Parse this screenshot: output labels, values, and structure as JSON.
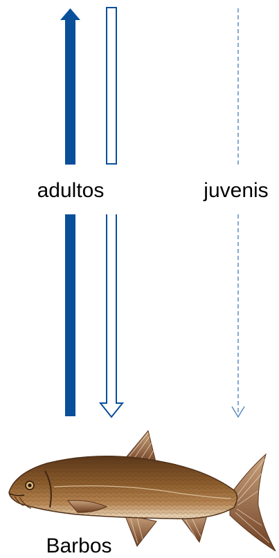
{
  "labels": {
    "adults": "adultos",
    "juveniles": "juvenis",
    "species": "Barbos"
  },
  "icons": {
    "adult_up": "solid-up-arrow-icon",
    "adult_down": "hollow-down-arrow-icon",
    "juvenile_down": "dashed-down-arrow-icon",
    "fish": "barbel-fish-icon"
  },
  "colors": {
    "primary_blue": "#0a4f9a",
    "light_blue": "#4f86c0",
    "fish_body": "#8a5a2b",
    "fish_belly": "#e7d0b0"
  }
}
